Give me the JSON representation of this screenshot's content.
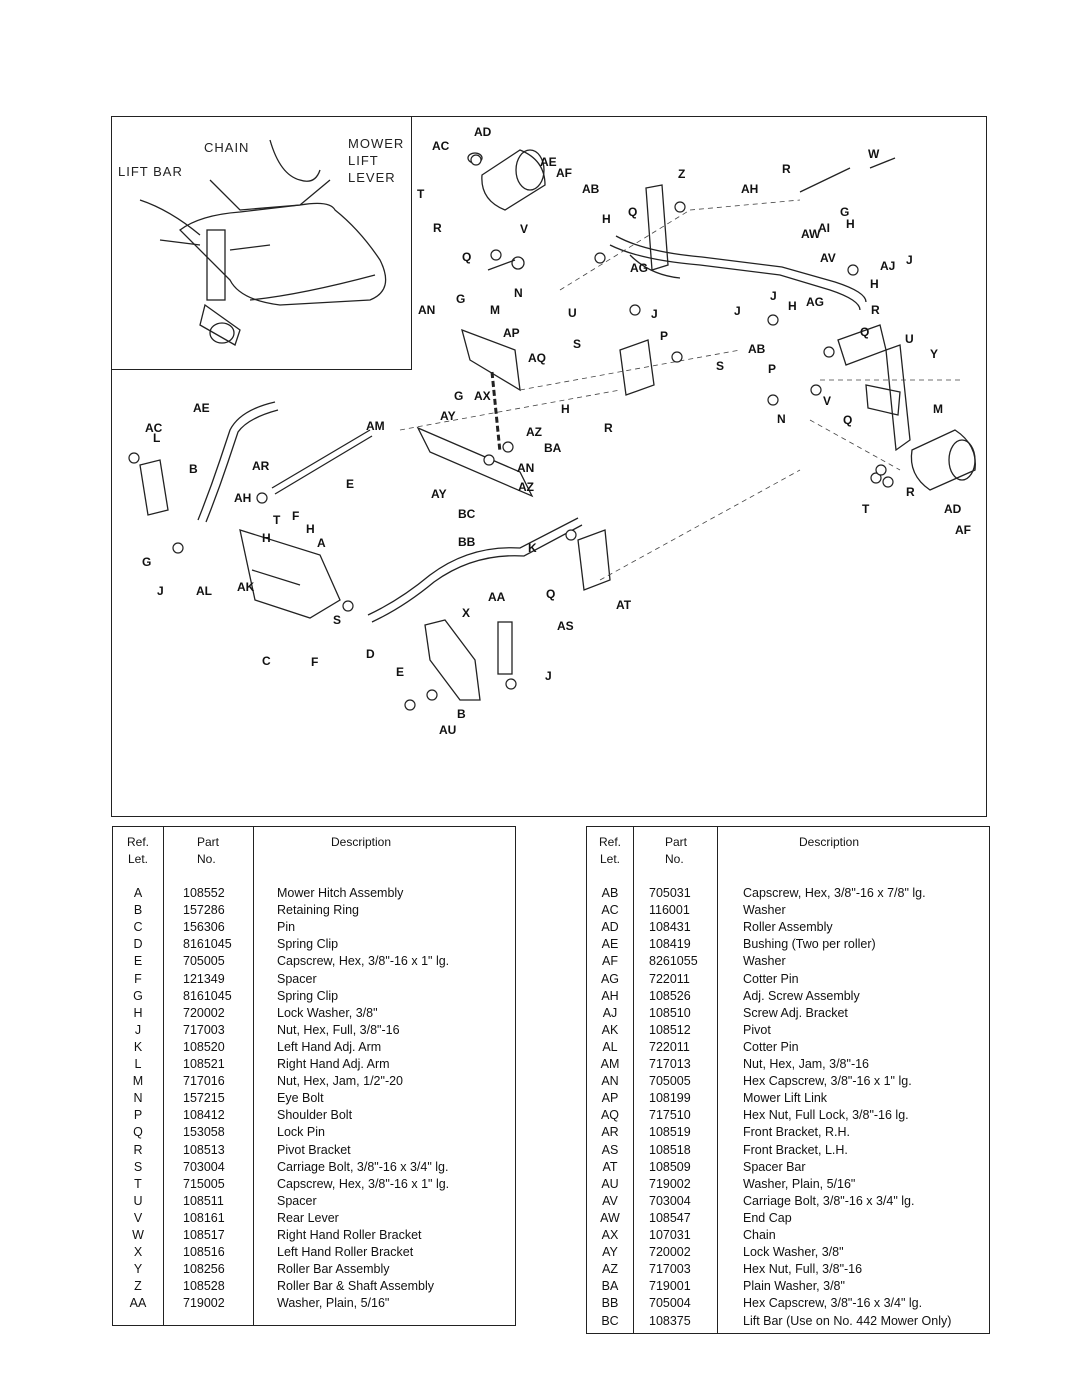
{
  "inset": {
    "label_chain": "CHAIN",
    "label_lift_bar": "LIFT BAR",
    "label_mower": "MOWER",
    "label_lift": "LIFT",
    "label_lever": "LEVER"
  },
  "callouts": [
    "AD",
    "AC",
    "AE",
    "AF",
    "AB",
    "T",
    "R",
    "V",
    "Q",
    "N",
    "M",
    "G",
    "AN",
    "AP",
    "AQ",
    "Z",
    "Q",
    "H",
    "AG",
    "J",
    "S",
    "U",
    "P",
    "R",
    "W",
    "AH",
    "AW",
    "AI",
    "G",
    "H",
    "J",
    "AV",
    "J",
    "AG",
    "H",
    "AJ",
    "J",
    "H",
    "R",
    "Q",
    "U",
    "Y",
    "AB",
    "P",
    "V",
    "N",
    "Q",
    "M",
    "R",
    "T",
    "AD",
    "AF",
    "AE",
    "AC",
    "L",
    "B",
    "AR",
    "E",
    "AM",
    "AH",
    "T",
    "F",
    "H",
    "A",
    "H",
    "G",
    "J",
    "AL",
    "AK",
    "G",
    "AX",
    "AY",
    "AZ",
    "BA",
    "AN",
    "AZ",
    "AY",
    "BC",
    "BB",
    "K",
    "Q",
    "AA",
    "AT",
    "X",
    "AS",
    "S",
    "F",
    "C",
    "D",
    "E",
    "J",
    "B",
    "AU",
    "H",
    "R",
    "S",
    "J"
  ],
  "table_headers": {
    "ref": "Ref.",
    "let": "Let.",
    "part": "Part",
    "no": "No.",
    "description": "Description"
  },
  "left_table": [
    {
      "ref": "A",
      "part": "108552",
      "desc": "Mower Hitch Assembly"
    },
    {
      "ref": "B",
      "part": "157286",
      "desc": "Retaining Ring"
    },
    {
      "ref": "C",
      "part": "156306",
      "desc": "Pin"
    },
    {
      "ref": "D",
      "part": "8161045",
      "desc": "Spring Clip"
    },
    {
      "ref": "E",
      "part": "705005",
      "desc": "Capscrew, Hex, 3/8\"-16 x 1\" lg."
    },
    {
      "ref": "F",
      "part": "121349",
      "desc": "Spacer"
    },
    {
      "ref": "G",
      "part": "8161045",
      "desc": "Spring Clip"
    },
    {
      "ref": "H",
      "part": "720002",
      "desc": "Lock Washer, 3/8\""
    },
    {
      "ref": "J",
      "part": "717003",
      "desc": "Nut, Hex, Full, 3/8\"-16"
    },
    {
      "ref": "K",
      "part": "108520",
      "desc": "Left Hand Adj. Arm"
    },
    {
      "ref": "L",
      "part": "108521",
      "desc": "Right Hand Adj. Arm"
    },
    {
      "ref": "M",
      "part": "717016",
      "desc": "Nut, Hex, Jam, 1/2\"-20"
    },
    {
      "ref": "N",
      "part": "157215",
      "desc": "Eye Bolt"
    },
    {
      "ref": "P",
      "part": "108412",
      "desc": "Shoulder Bolt"
    },
    {
      "ref": "Q",
      "part": "153058",
      "desc": "Lock Pin"
    },
    {
      "ref": "R",
      "part": "108513",
      "desc": "Pivot Bracket"
    },
    {
      "ref": "S",
      "part": "703004",
      "desc": "Carriage Bolt, 3/8\"-16 x 3/4\" lg."
    },
    {
      "ref": "T",
      "part": "715005",
      "desc": "Capscrew, Hex, 3/8\"-16 x 1\" lg."
    },
    {
      "ref": "U",
      "part": "108511",
      "desc": "Spacer"
    },
    {
      "ref": "V",
      "part": "108161",
      "desc": "Rear Lever"
    },
    {
      "ref": "W",
      "part": "108517",
      "desc": "Right Hand Roller Bracket"
    },
    {
      "ref": "X",
      "part": "108516",
      "desc": "Left Hand Roller Bracket"
    },
    {
      "ref": "Y",
      "part": "108256",
      "desc": "Roller Bar Assembly"
    },
    {
      "ref": "Z",
      "part": "108528",
      "desc": "Roller Bar & Shaft Assembly"
    },
    {
      "ref": "AA",
      "part": "719002",
      "desc": "Washer, Plain, 5/16\""
    }
  ],
  "right_table": [
    {
      "ref": "AB",
      "part": "705031",
      "desc": "Capscrew, Hex, 3/8\"-16 x 7/8\" lg."
    },
    {
      "ref": "AC",
      "part": "116001",
      "desc": "Washer"
    },
    {
      "ref": "AD",
      "part": "108431",
      "desc": "Roller Assembly"
    },
    {
      "ref": "AE",
      "part": "108419",
      "desc": "Bushing (Two per roller)"
    },
    {
      "ref": "AF",
      "part": "8261055",
      "desc": "Washer"
    },
    {
      "ref": "AG",
      "part": "722011",
      "desc": "Cotter Pin"
    },
    {
      "ref": "AH",
      "part": "108526",
      "desc": "Adj. Screw Assembly"
    },
    {
      "ref": "AJ",
      "part": "108510",
      "desc": "Screw Adj. Bracket"
    },
    {
      "ref": "AK",
      "part": "108512",
      "desc": "Pivot"
    },
    {
      "ref": "AL",
      "part": "722011",
      "desc": "Cotter Pin"
    },
    {
      "ref": "AM",
      "part": "717013",
      "desc": "Nut, Hex, Jam, 3/8\"-16"
    },
    {
      "ref": "AN",
      "part": "705005",
      "desc": "Hex Capscrew, 3/8\"-16 x 1\" lg."
    },
    {
      "ref": "AP",
      "part": "108199",
      "desc": "Mower Lift Link"
    },
    {
      "ref": "AQ",
      "part": "717510",
      "desc": "Hex Nut, Full Lock, 3/8\"-16 lg."
    },
    {
      "ref": "AR",
      "part": "108519",
      "desc": "Front Bracket, R.H."
    },
    {
      "ref": "AS",
      "part": "108518",
      "desc": "Front Bracket, L.H."
    },
    {
      "ref": "AT",
      "part": "108509",
      "desc": "Spacer Bar"
    },
    {
      "ref": "AU",
      "part": "719002",
      "desc": "Washer, Plain, 5/16\""
    },
    {
      "ref": "AV",
      "part": "703004",
      "desc": "Carriage Bolt, 3/8\"-16 x 3/4\" lg."
    },
    {
      "ref": "AW",
      "part": "108547",
      "desc": "End Cap"
    },
    {
      "ref": "AX",
      "part": "107031",
      "desc": "Chain"
    },
    {
      "ref": "AY",
      "part": "720002",
      "desc": "Lock Washer, 3/8\""
    },
    {
      "ref": "AZ",
      "part": "717003",
      "desc": "Hex Nut, Full, 3/8\"-16"
    },
    {
      "ref": "BA",
      "part": "719001",
      "desc": "Plain Washer, 3/8\""
    },
    {
      "ref": "BB",
      "part": "705004",
      "desc": "Hex Capscrew, 3/8\"-16 x 3/4\" lg."
    },
    {
      "ref": "BC",
      "part": "108375",
      "desc": "Lift Bar (Use on No. 442 Mower Only)"
    }
  ]
}
